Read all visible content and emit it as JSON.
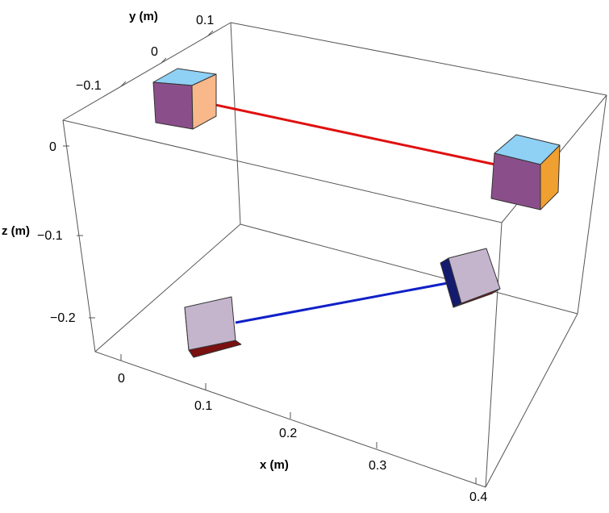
{
  "axes": {
    "y": {
      "label": "y (m)",
      "ticks": [
        "0.1",
        "0",
        "−0.1"
      ]
    },
    "z": {
      "label": "z (m)",
      "ticks": [
        "0",
        "−0.1",
        "−0.2"
      ]
    },
    "x": {
      "label": "x (m)",
      "ticks": [
        "0",
        "0.1",
        "0.2",
        "0.3",
        "0.4"
      ]
    }
  },
  "colors": {
    "frame": "#555555",
    "red_line": "#e01010",
    "blue_line": "#1020c8",
    "cube_top_blue": "#8fd0f5",
    "cube_front_purple": "#8a4f8a",
    "cube_side_peach": "#f8b88a",
    "cube_side_orange": "#f0a030",
    "cube_face_lilac": "#c4b4cc",
    "cube_side_navy": "#141a6e",
    "cube_bottom_maroon": "#7a1010"
  }
}
